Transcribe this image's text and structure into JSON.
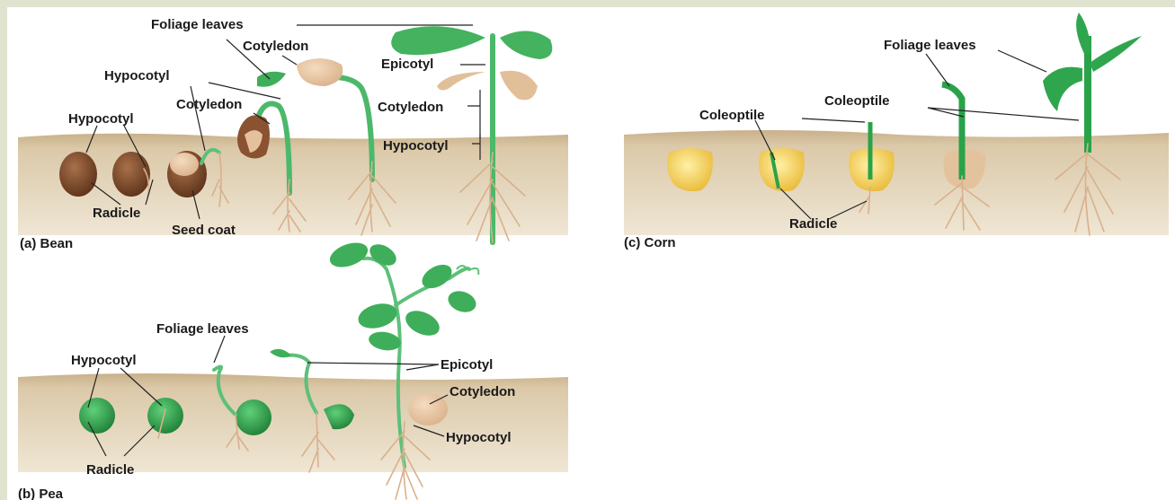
{
  "panels": {
    "bean": {
      "caption": "(a) Bean",
      "labels": {
        "foliage_leaves": "Foliage leaves",
        "cotyledon_top": "Cotyledon",
        "hypocotyl_top": "Hypocotyl",
        "cotyledon_mid": "Cotyledon",
        "hypocotyl_left": "Hypocotyl",
        "epicotyl": "Epicotyl",
        "cotyledon_right": "Cotyledon",
        "hypocotyl_right": "Hypocotyl",
        "radicle": "Radicle",
        "seed_coat": "Seed coat"
      }
    },
    "pea": {
      "caption": "(b) Pea",
      "labels": {
        "foliage_leaves": "Foliage leaves",
        "hypocotyl": "Hypocotyl",
        "epicotyl": "Epicotyl",
        "cotyledon": "Cotyledon",
        "hypocotyl_right": "Hypocotyl",
        "radicle": "Radicle"
      }
    },
    "corn": {
      "caption": "(c) Corn",
      "labels": {
        "foliage_leaves": "Foliage leaves",
        "coleoptile_right": "Coleoptile",
        "coleoptile_left": "Coleoptile",
        "radicle": "Radicle"
      }
    }
  },
  "colors": {
    "soil": "#d9c7a7",
    "soil_top": "#c4ab84",
    "leaf": "#3fae5a",
    "bean_seed": "#7b4a2a",
    "pea_seed": "#2f9e49",
    "corn_kernel": "#f2c94c",
    "root": "#d9b08c",
    "background": "#dfe3d0"
  }
}
